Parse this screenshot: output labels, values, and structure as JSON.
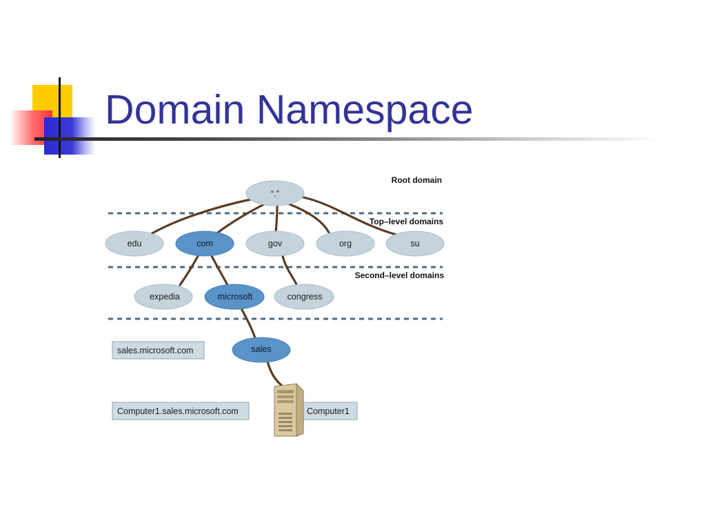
{
  "slide": {
    "title": "Domain Namespace"
  },
  "diagram": {
    "level_labels": {
      "root": "Root domain",
      "top_level": "Top–level domains",
      "second_level": "Second–level domains"
    },
    "nodes": {
      "root": "“.”",
      "edu": "edu",
      "com": "com",
      "gov": "gov",
      "org": "org",
      "su": "su",
      "expedia": "expedia",
      "microsoft": "microsoft",
      "congress": "congress",
      "sales": "sales"
    },
    "boxes": {
      "sales_fqdn": "sales.microsoft.com",
      "computer_fqdn": "Computer1.sales.microsoft.com",
      "computer_name": "Computer1"
    },
    "highlighted_path": [
      "com",
      "microsoft",
      "sales"
    ],
    "colors": {
      "title": "#333399",
      "node_light": "#c5d3dc",
      "node_highlight": "#5a93c8",
      "edge": "#5a3b22",
      "dashed_separator": "#4a6a86"
    }
  }
}
